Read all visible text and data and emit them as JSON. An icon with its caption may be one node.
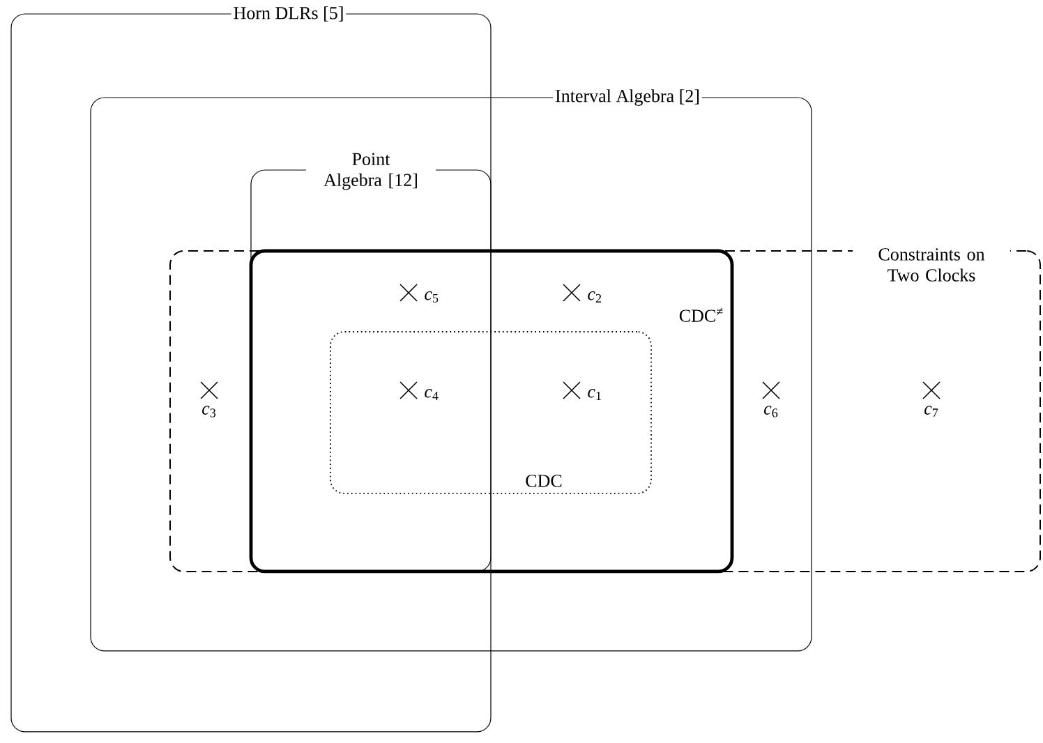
{
  "diagram": {
    "nodes": [
      {
        "text": [
          "Horn DLRs [5]"
        ]
      },
      {
        "text": [
          "Interval Algebra [2]"
        ]
      },
      {
        "text": [
          "Point Algebra [12]"
        ]
      },
      {
        "text": [
          "Constraints on Two Clocks"
        ]
      },
      {
        "text": [
          "CDC$^{≠}$"
        ]
      },
      {
        "text": [
          "CDC"
        ],
        "in": 4
      }
    ],
    "labels": [
      "*c*$_{5}$",
      "*c*$_{2}$",
      "*c*$_{3}$",
      "*c*$_{4}$",
      "*c*$_{1}$",
      "*c*$_{6}$",
      "*c*$_{7}$"
    ]
  }
}
